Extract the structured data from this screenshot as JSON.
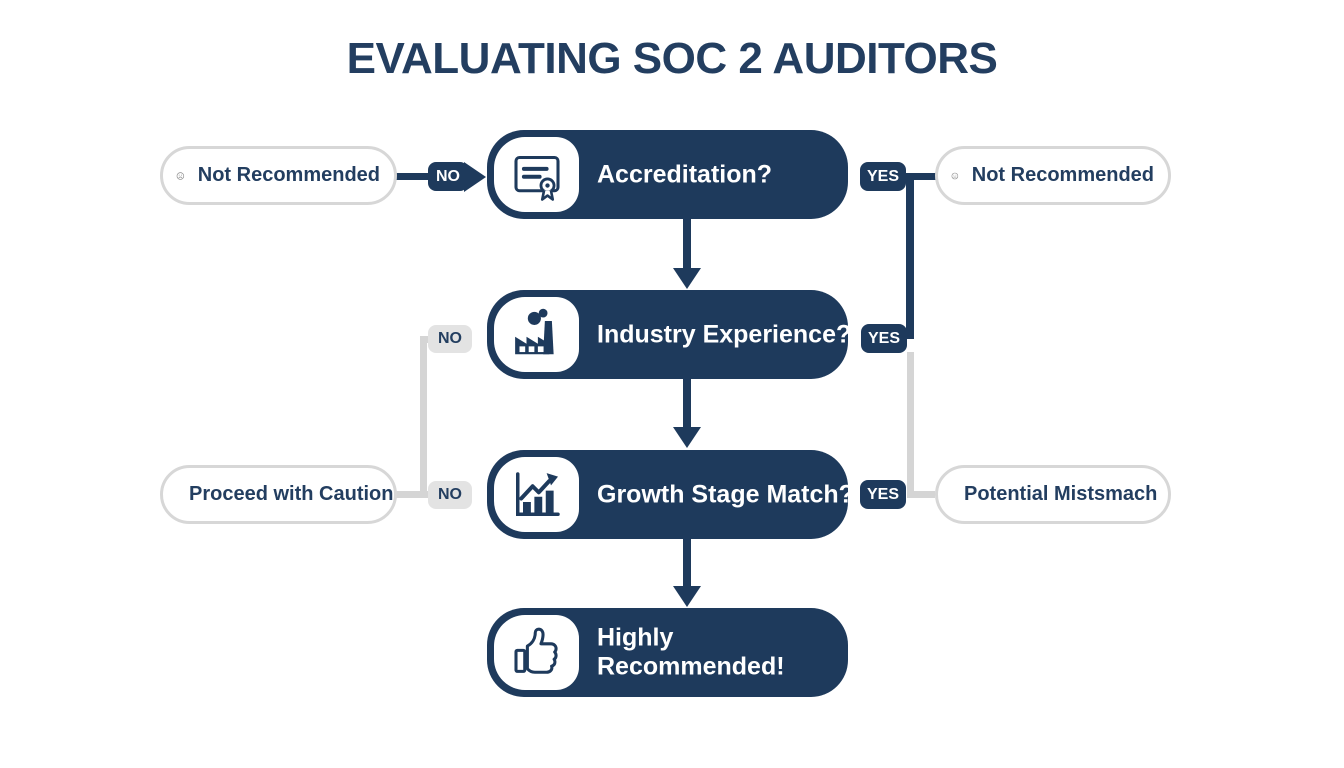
{
  "title": "EVALUATING SOC 2 AUDITORS",
  "colors": {
    "navy": "#1e3a5c",
    "title_navy": "#233e60",
    "gray_line": "#d5d5d5",
    "pill_border": "#d7d7d7",
    "gray_badge_bg": "#e3e3e3",
    "face_gray": "#8c8c8c",
    "background": "#ffffff"
  },
  "steps": [
    {
      "label": "Accreditation?",
      "icon": "certificate-icon"
    },
    {
      "label": "Industry Experience?",
      "icon": "factory-icon"
    },
    {
      "label": "Growth Stage Match?",
      "icon": "growth-chart-icon"
    },
    {
      "label": "Highly Recommended!",
      "icon": "thumbs-up-icon"
    }
  ],
  "outcomes": {
    "left_top": {
      "label": "Not Recommended",
      "face": "sad-face-icon"
    },
    "left_middle": {
      "label": "Proceed with Caution",
      "face": "neutral-face-icon"
    },
    "right_top": {
      "label": "Not Recommended",
      "face": "neutral-face-icon"
    },
    "right_bottom": {
      "label": "Potential Mistsmach",
      "face": "neutral-face-icon"
    }
  },
  "connector_labels": {
    "no": "NO",
    "yes": "YES"
  }
}
